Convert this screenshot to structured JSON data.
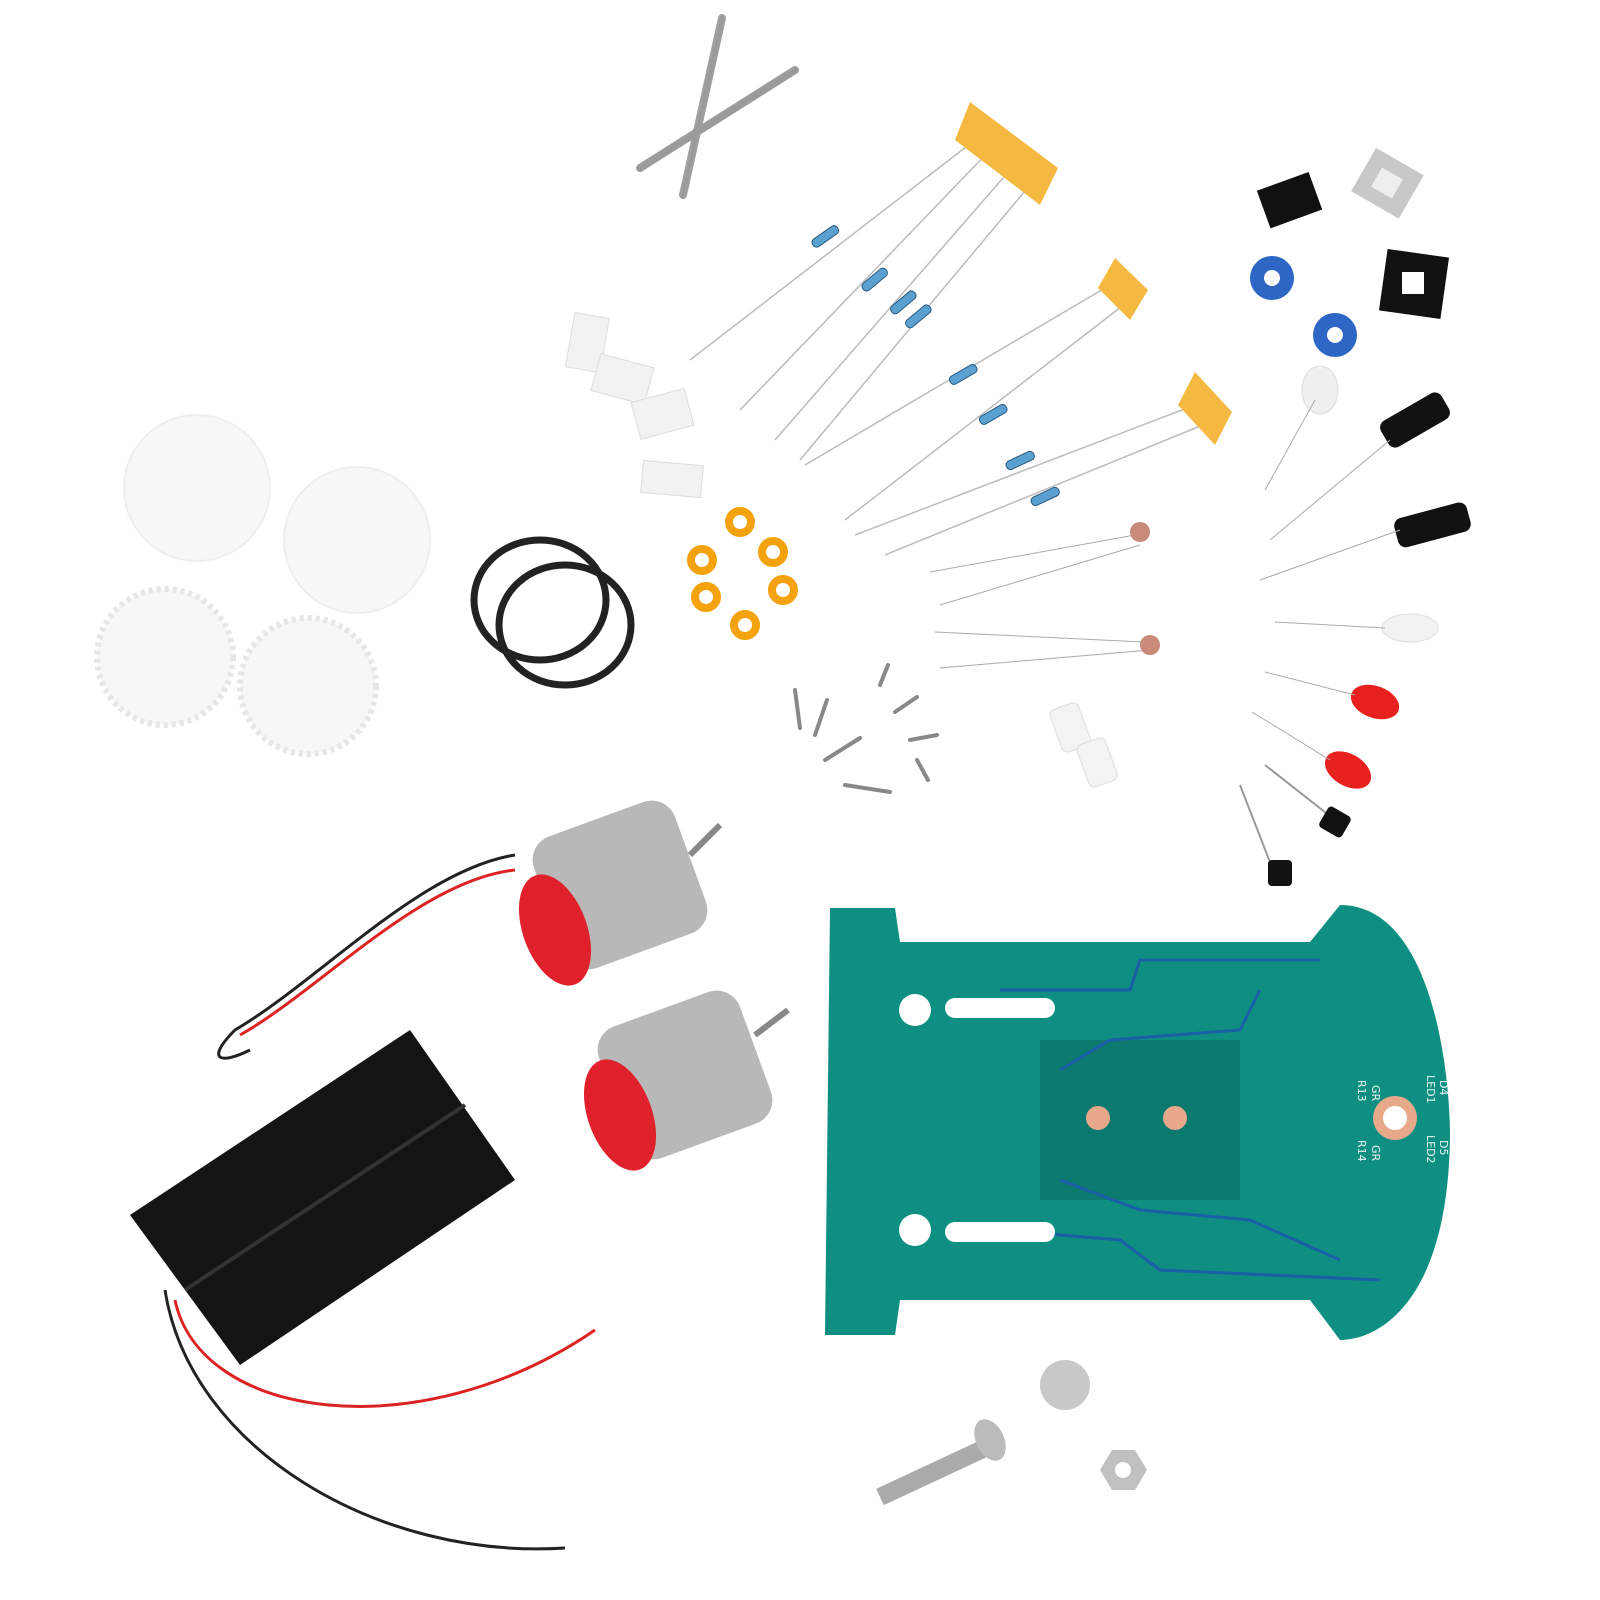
{
  "pcb": {
    "labels": {
      "r13": "R13",
      "gr1": "GR",
      "d4": "D4",
      "led1": "LED1",
      "r14": "R14",
      "gr2": "GR",
      "d5": "D5",
      "led2": "LED2"
    },
    "color": "#0f8f82",
    "trace_color": "#1a5fa8",
    "pad_color": "#e8a98a"
  },
  "colors": {
    "tape": "#f5b942",
    "washer": "#f4a20e",
    "motor_cap": "#e0202a",
    "battery_holder": "#111111",
    "led_red": "#e8201e"
  }
}
